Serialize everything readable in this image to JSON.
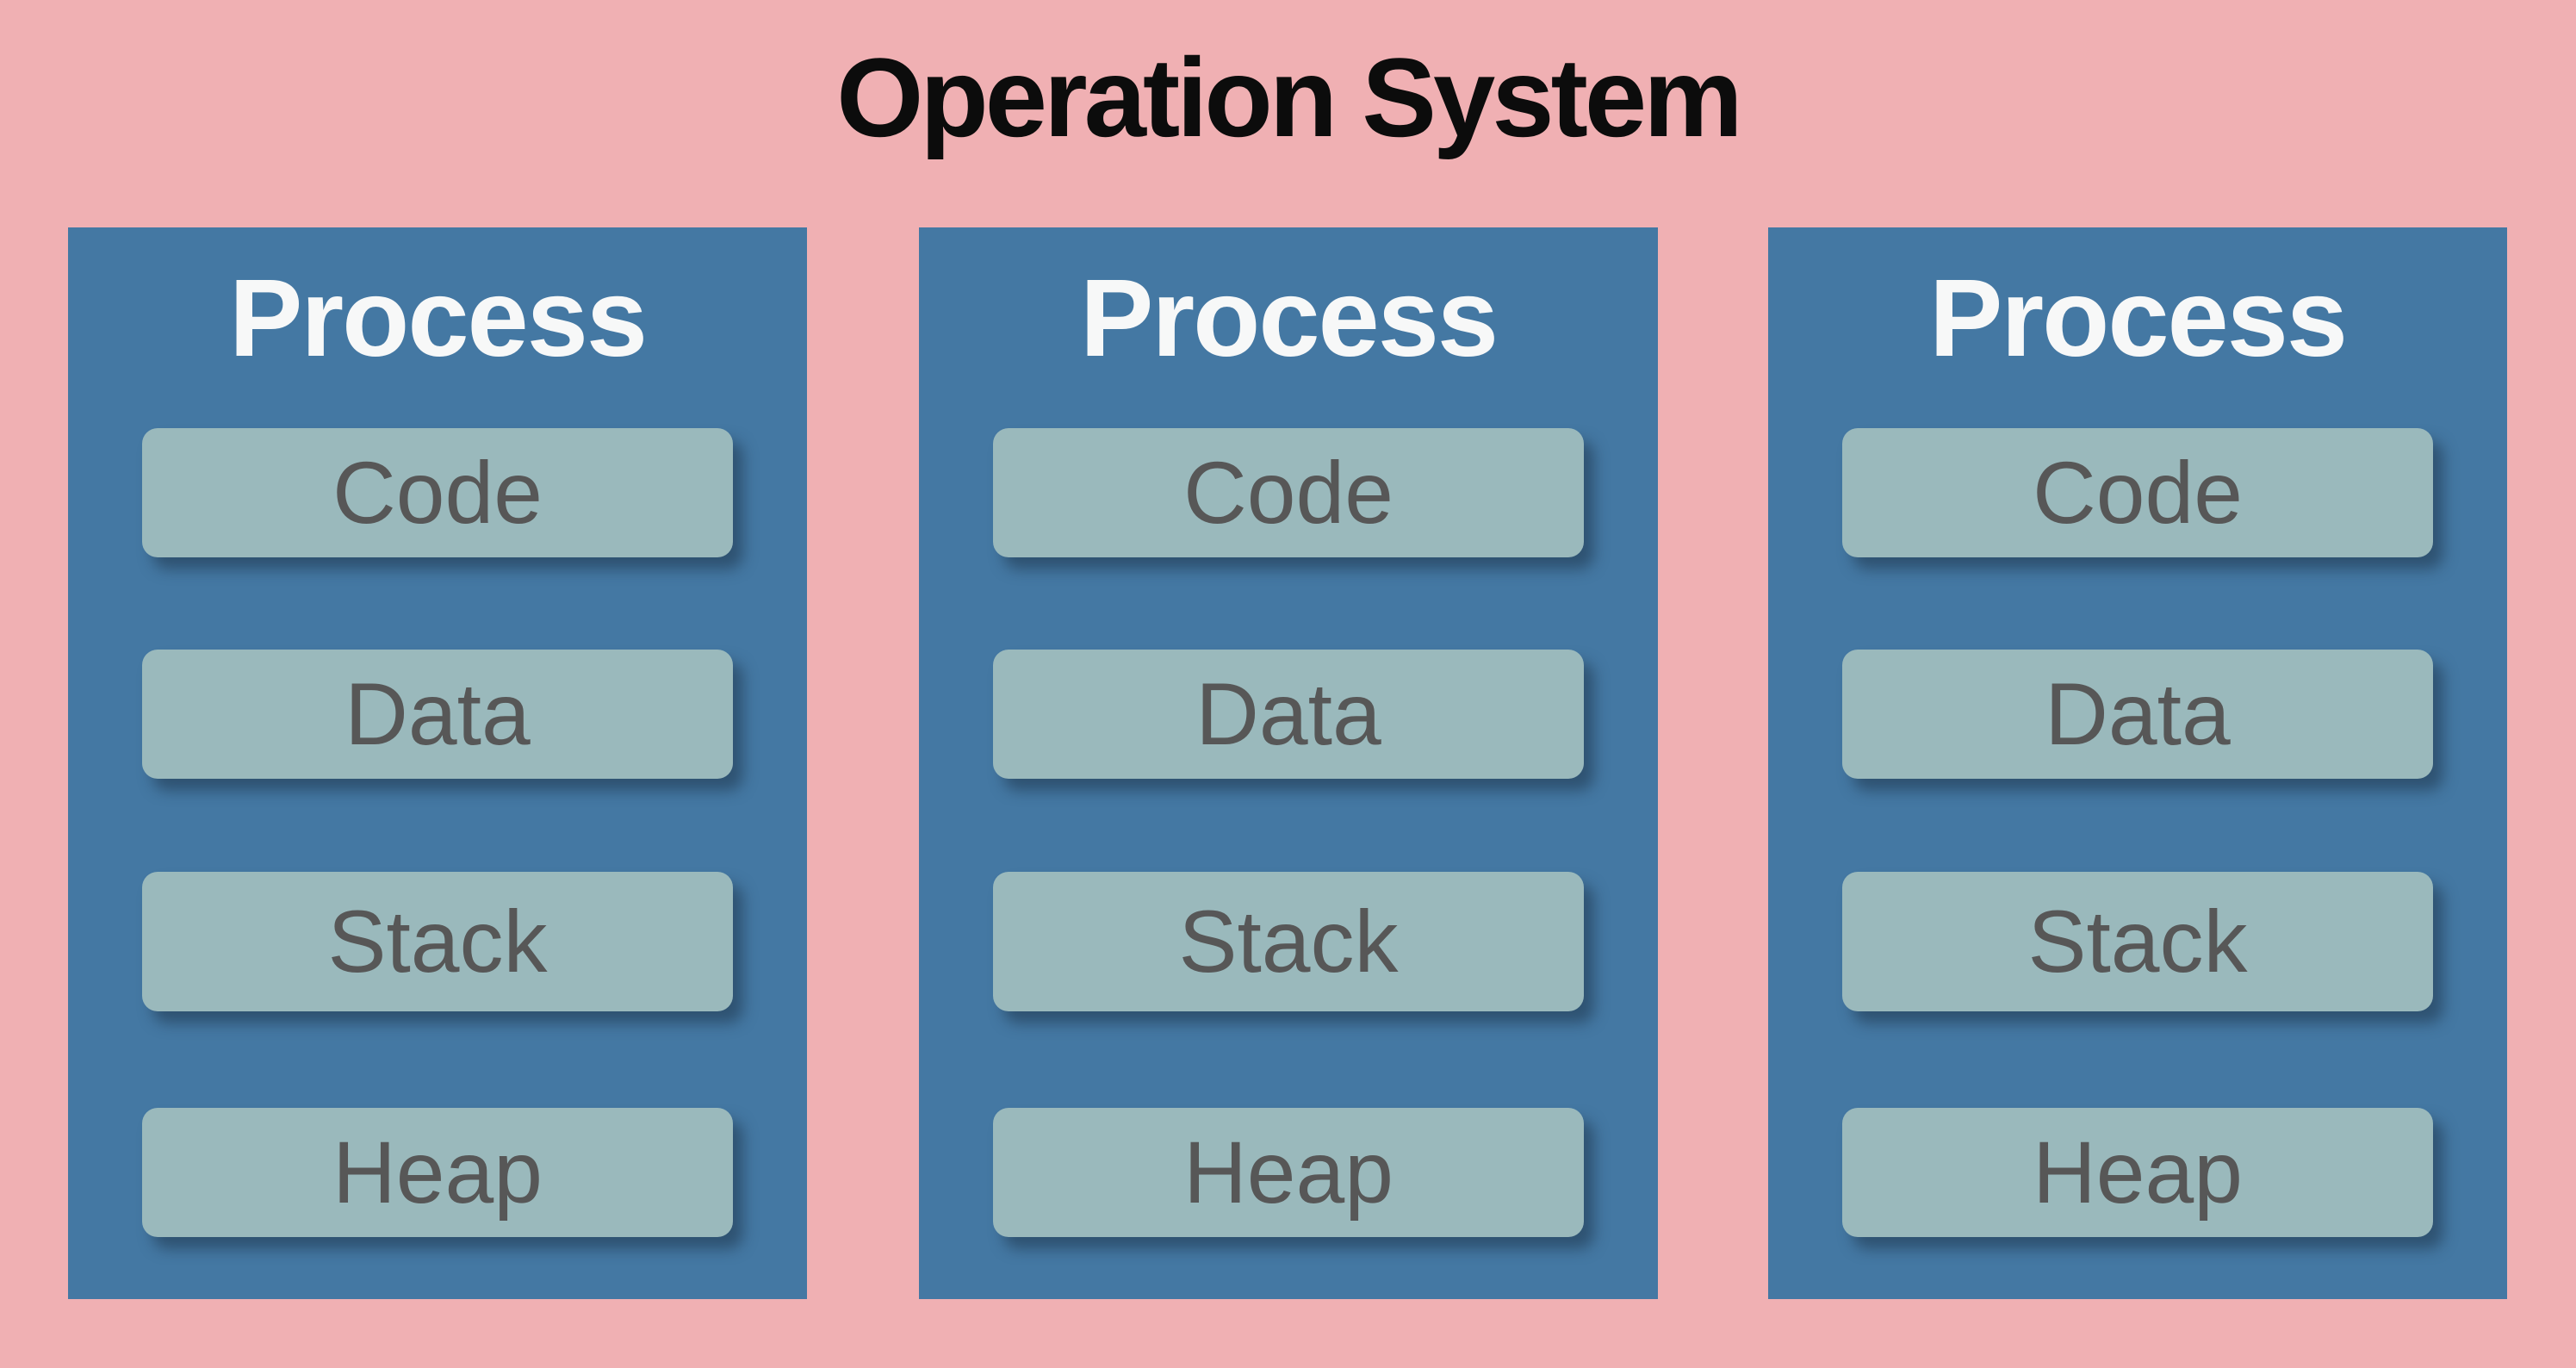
{
  "title": "Operation System",
  "processes": [
    {
      "title": "Process",
      "segments": [
        "Code",
        "Data",
        "Stack",
        "Heap"
      ]
    },
    {
      "title": "Process",
      "segments": [
        "Code",
        "Data",
        "Stack",
        "Heap"
      ]
    },
    {
      "title": "Process",
      "segments": [
        "Code",
        "Data",
        "Stack",
        "Heap"
      ]
    }
  ],
  "colors": {
    "background": "#f0b0b3",
    "process_fill": "#4478a3",
    "process_title_text": "#f7f8f8",
    "segment_fill": "#9ab9bc",
    "segment_text": "#575757",
    "title_text": "#0c0c0c",
    "segment_shadow": "rgba(26,46,66,0.5)"
  }
}
